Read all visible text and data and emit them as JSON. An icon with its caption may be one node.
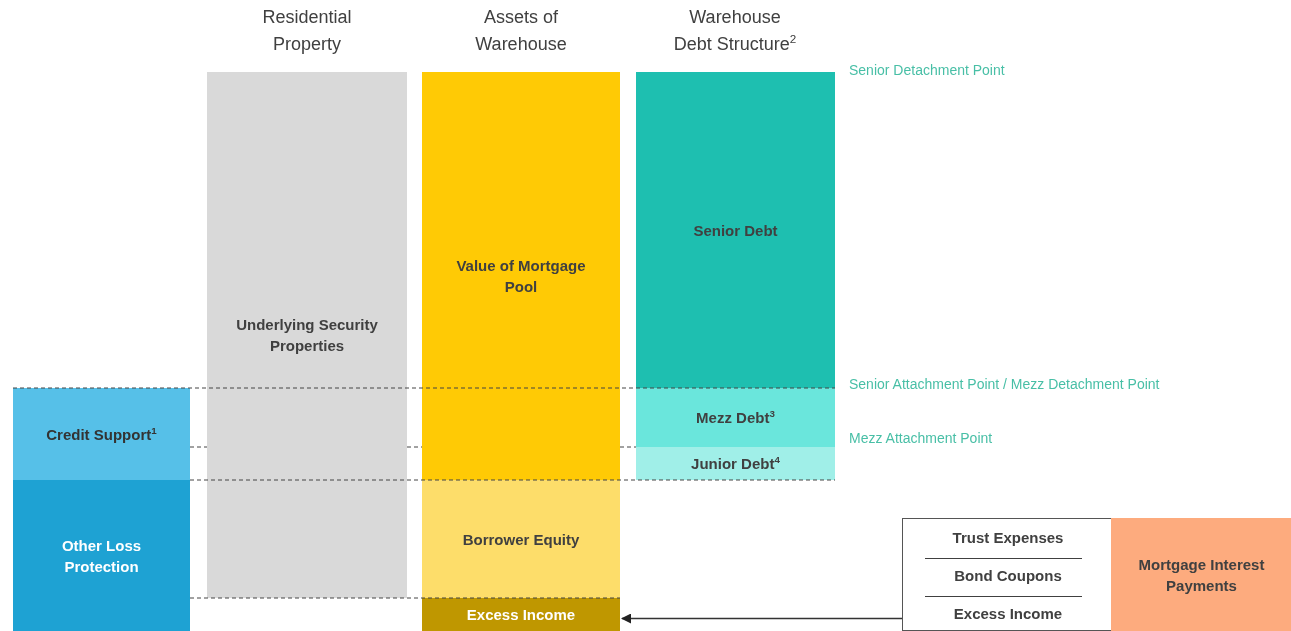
{
  "diagram": {
    "nodes": [
      {
        "text": [
          "Credit Support$^{1}$"
        ]
      },
      {
        "text": [
          "Other Loss Protection"
        ]
      },
      {
        "text": [
          "Underlying Security Properties"
        ]
      },
      {
        "text": [
          "Value of Mortgage Pool"
        ]
      },
      {
        "text": [
          "Borrower Equity"
        ]
      },
      {
        "text": [
          "Excess Income"
        ]
      },
      {
        "text": [
          "Senior Debt"
        ]
      },
      {
        "text": [
          "Mezz Debt$^{3}$"
        ]
      },
      {
        "text": [
          "Junior Debt$^{4}$"
        ]
      },
      {
        "text": [
          "Trust Expenses",
          "Bond Coupons",
          "Excess Income"
        ]
      },
      {
        "text": [
          "Mortgage Interest Payments"
        ],
        "in": 9
      }
    ],
    "edges": [
      {
        "from": 9,
        "to": 5,
        "arrow": "to"
      }
    ],
    "labels": [
      "Residential Property",
      "Assets of Warehouse",
      "Warehouse Debt Structure$^{2}$",
      "Senior Detachment Point",
      "Senior Attachment Point / Mezz Detachment Point",
      "Mezz Attachment Point"
    ]
  }
}
